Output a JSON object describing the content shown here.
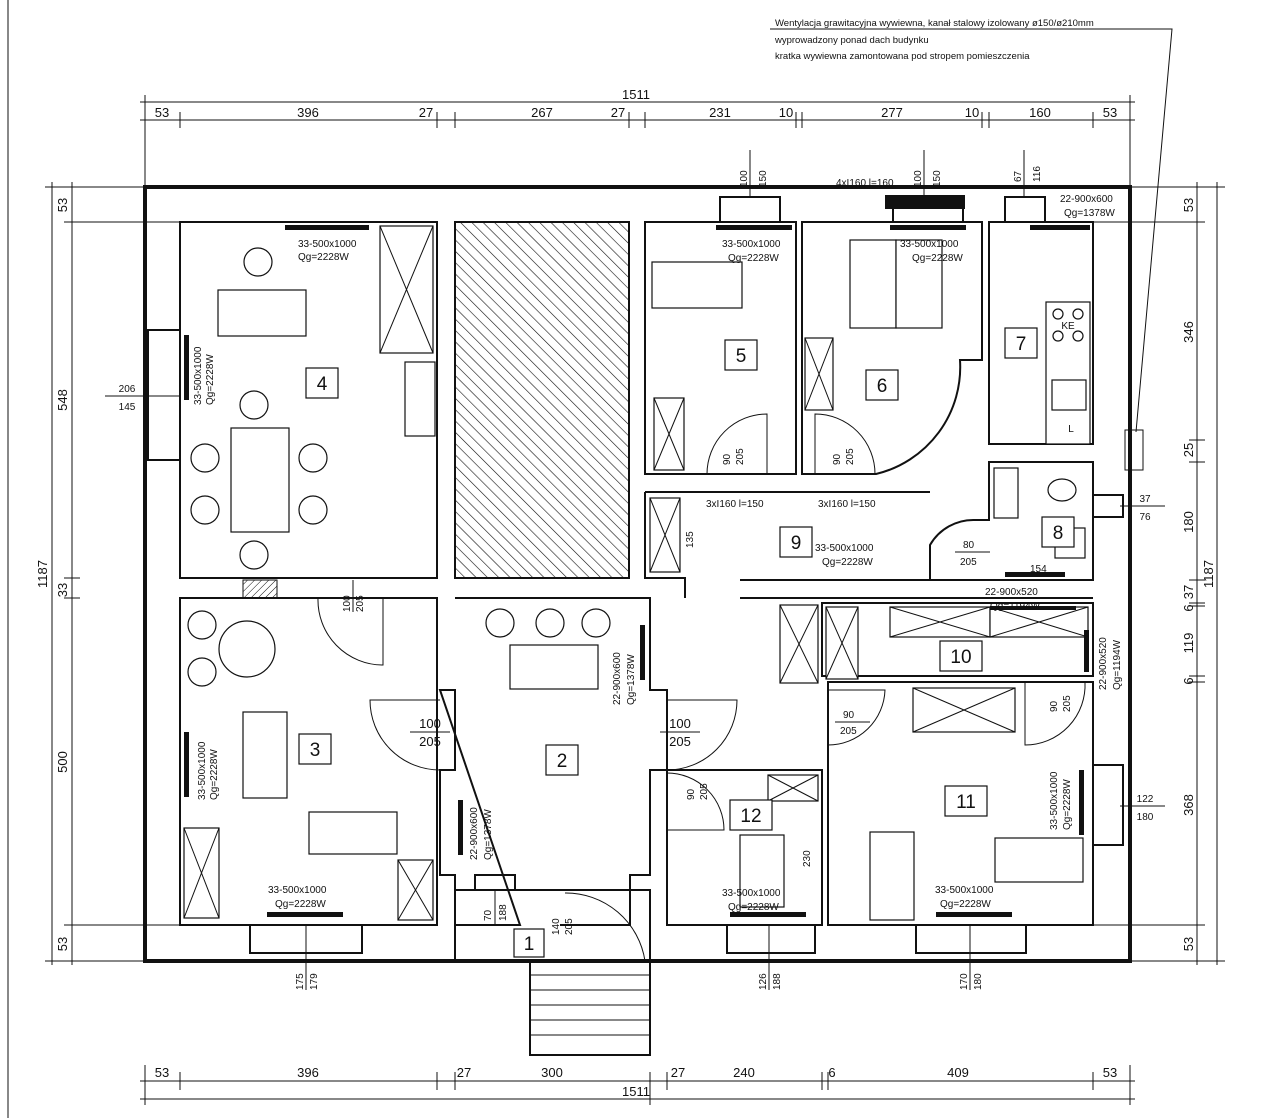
{
  "note": {
    "line1": "Wentylacja grawitacyjna wywiewna, kanał stalowy izolowany ø150/ø210mm",
    "line2": "wyprowadzony ponad dach budynku",
    "line3": "kratka wywiewna zamontowana pod stropem pomieszczenia"
  },
  "dims": {
    "top_total": "1511",
    "top": [
      "53",
      "396",
      "27",
      "267",
      "27",
      "231",
      "10",
      "277",
      "10",
      "160",
      "53"
    ],
    "bottom_total": "1511",
    "bottom": [
      "53",
      "396",
      "27",
      "300",
      "27",
      "240",
      "6",
      "409",
      "53"
    ],
    "left_total": "1187",
    "left": [
      "53",
      "548",
      "33",
      "500",
      "53"
    ],
    "right_total": "1187",
    "right": [
      "53",
      "346",
      "25",
      "180",
      "37",
      "6",
      "119",
      "6",
      "368",
      "53"
    ]
  },
  "rooms": [
    "1",
    "2",
    "3",
    "4",
    "5",
    "6",
    "7",
    "8",
    "9",
    "10",
    "11",
    "12"
  ],
  "radiators": {
    "r4top": {
      "a": "33-500x1000",
      "b": "Qg=2228W"
    },
    "r4left": {
      "a": "33-500x1000",
      "b": "Qg=2228W"
    },
    "r5": {
      "a": "33-500x1000",
      "b": "Qg=2228W"
    },
    "r6": {
      "a": "33-500x1000",
      "b": "Qg=2228W"
    },
    "r7": {
      "a": "22-900x600",
      "b": "Qg=1378W"
    },
    "r9": {
      "a": "33-500x1000",
      "b": "Qg=2228W"
    },
    "r10": {
      "a": "22-900x520",
      "b": "Qg=1194W"
    },
    "r10v": {
      "a": "22-900x520",
      "b": "Qg=1194W"
    },
    "r2top": {
      "a": "22-900x600",
      "b": "Qg=1378W"
    },
    "r2left": {
      "a": "22-900x600",
      "b": "Qg=1378W"
    },
    "r3left": {
      "a": "33-500x1000",
      "b": "Qg=2228W"
    },
    "r3bot": {
      "a": "33-500x1000",
      "b": "Qg=2228W"
    },
    "r12": {
      "a": "33-500x1000",
      "b": "Qg=2228W"
    },
    "r11bot": {
      "a": "33-500x1000",
      "b": "Qg=2228W"
    },
    "r11right": {
      "a": "33-500x1000",
      "b": "Qg=2228W"
    }
  },
  "doors": {
    "d4": {
      "w": "100",
      "h": "205"
    },
    "d2l": {
      "w": "100",
      "h": "205"
    },
    "d2r": {
      "w": "100",
      "h": "205"
    },
    "d5": {
      "w": "90",
      "h": "205"
    },
    "d6": {
      "w": "90",
      "h": "205"
    },
    "d8": {
      "w": "80",
      "h": "205"
    },
    "d11l": {
      "w": "90",
      "h": "205"
    },
    "d11r": {
      "w": "90",
      "h": "205"
    },
    "d12": {
      "w": "90",
      "h": "205"
    },
    "d1": {
      "w": "140",
      "h": "205"
    }
  },
  "windows": {
    "w4": {
      "w": "206",
      "h": "145"
    },
    "w3": {
      "w": "175",
      "h": "179"
    },
    "w12": {
      "w": "126",
      "h": "188"
    },
    "w11b": {
      "w": "170",
      "h": "180"
    },
    "w11r": {
      "w": "122",
      "h": "180"
    },
    "w8": {
      "w": "37",
      "h": "76"
    },
    "w5": {
      "w": "100",
      "h": "150"
    },
    "w6": {
      "w": "100",
      "h": "150"
    },
    "w7": {
      "w": "67",
      "h": "116"
    },
    "w1": {
      "w": "70",
      "h": "188"
    }
  },
  "misc": {
    "vent_top": "4xI160 l=160",
    "vent5": "3xI160 l=150",
    "vent6": "3xI160 l=150",
    "d9_side": "135",
    "d12_side": "230",
    "d8_side": "154",
    "kitchen_ke": "KE",
    "kitchen_l": "L"
  }
}
